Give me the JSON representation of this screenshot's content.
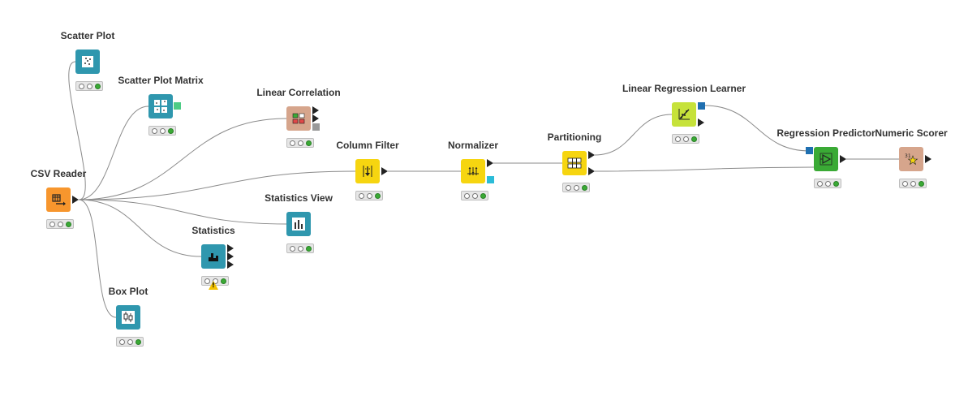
{
  "colors": {
    "source": "#f7962d",
    "visualizer": "#2f97ae",
    "manipulator": "#f6d510",
    "learner": "#c6e23a",
    "predictor": "#3aaa35",
    "other": "#d6a58c",
    "connection": "#8a8a8a",
    "status_green": "#3aaa35",
    "port_model": "#1f6fb0",
    "port_cyan": "#2bbcd8",
    "port_green": "#4dcc85",
    "port_gray": "#999999",
    "warning": "#f2c200"
  },
  "nodes": [
    {
      "id": "csv-reader",
      "title": "CSV Reader",
      "icon": "table-arrow-icon",
      "category": "source",
      "status": "executed"
    },
    {
      "id": "scatter-plot",
      "title": "Scatter Plot",
      "icon": "scatter-icon",
      "category": "visualizer",
      "status": "executed"
    },
    {
      "id": "scatter-plot-matrix",
      "title": "Scatter Plot Matrix",
      "icon": "scatter-matrix-icon",
      "category": "visualizer",
      "status": "executed"
    },
    {
      "id": "linear-correlation",
      "title": "Linear Correlation",
      "icon": "correlation-grid-icon",
      "category": "other",
      "status": "executed"
    },
    {
      "id": "column-filter",
      "title": "Column Filter",
      "icon": "filter-columns-icon",
      "category": "manipulator",
      "status": "executed"
    },
    {
      "id": "normalizer",
      "title": "Normalizer",
      "icon": "normalize-icon",
      "category": "manipulator",
      "status": "executed"
    },
    {
      "id": "partitioning",
      "title": "Partitioning",
      "icon": "partition-table-icon",
      "category": "manipulator",
      "status": "executed"
    },
    {
      "id": "statistics-view",
      "title": "Statistics View",
      "icon": "bar-chart-icon",
      "category": "visualizer",
      "status": "executed"
    },
    {
      "id": "statistics",
      "title": "Statistics",
      "icon": "statistics-icon",
      "category": "visualizer",
      "status": "executed",
      "warning": true
    },
    {
      "id": "box-plot",
      "title": "Box Plot",
      "icon": "box-plot-icon",
      "category": "visualizer",
      "status": "executed"
    },
    {
      "id": "linear-regression-learner",
      "title": "Linear Regression Learner",
      "icon": "regression-learner-icon",
      "category": "learner",
      "status": "executed"
    },
    {
      "id": "regression-predictor",
      "title": "Regression Predictor",
      "icon": "predictor-icon",
      "category": "predictor",
      "status": "executed"
    },
    {
      "id": "numeric-scorer",
      "title": "Numeric Scorer",
      "icon": "scorer-star-icon",
      "category": "other",
      "status": "executed"
    }
  ],
  "connections": [
    {
      "from": "csv-reader",
      "to": "scatter-plot"
    },
    {
      "from": "csv-reader",
      "to": "scatter-plot-matrix"
    },
    {
      "from": "csv-reader",
      "to": "linear-correlation"
    },
    {
      "from": "csv-reader",
      "to": "column-filter"
    },
    {
      "from": "csv-reader",
      "to": "statistics-view"
    },
    {
      "from": "csv-reader",
      "to": "statistics"
    },
    {
      "from": "csv-reader",
      "to": "box-plot"
    },
    {
      "from": "column-filter",
      "to": "normalizer"
    },
    {
      "from": "normalizer",
      "to": "partitioning"
    },
    {
      "from": "partitioning",
      "to": "linear-regression-learner"
    },
    {
      "from": "partitioning",
      "to": "regression-predictor"
    },
    {
      "from": "linear-regression-learner",
      "to": "regression-predictor"
    },
    {
      "from": "regression-predictor",
      "to": "numeric-scorer"
    }
  ]
}
